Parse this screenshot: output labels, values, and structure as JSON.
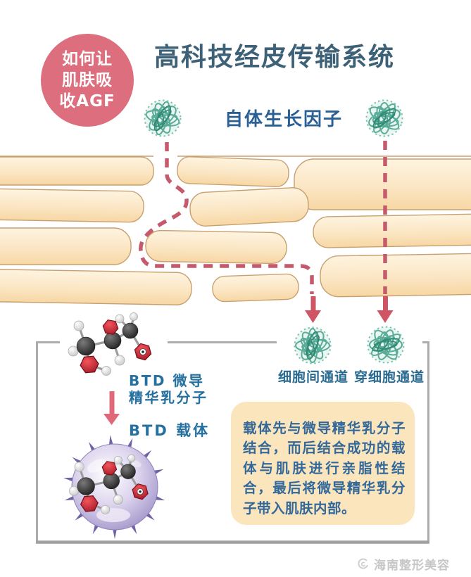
{
  "badge": {
    "lines": [
      "如何让",
      "肌肤吸",
      "收AGF"
    ]
  },
  "header": {
    "title": "高科技经皮传输系统",
    "subtitle": "自体生长因子"
  },
  "channels": {
    "intercellular": "细胞间通道",
    "transcellular": "穿细胞通道"
  },
  "panel": {
    "molecule_label": {
      "line1": "BTD 微导",
      "line2": "精华乳分子"
    },
    "carrier_label": "BTD 载体",
    "description": "载体先与微导精华乳分子结合，而后结合成功的载体与肌肤进行亲脂性结合，最后将微导精华乳分子带入肌肤内部。"
  },
  "watermark": {
    "text": "海南整形美容"
  },
  "colors": {
    "badge_pink": "#dc6e7d",
    "title_blue": "#3d6177",
    "label_blue": "#2a6094",
    "btd_blue": "#2470a0",
    "dash_rose": "#c65a6d",
    "arrow_red": "#cf5564",
    "cell_cream": "#f8d9a8",
    "desc_box_bg": "#fbe5bd",
    "growth_factor_teal": "#5aab97",
    "carrier_purple": "#9488c1"
  }
}
